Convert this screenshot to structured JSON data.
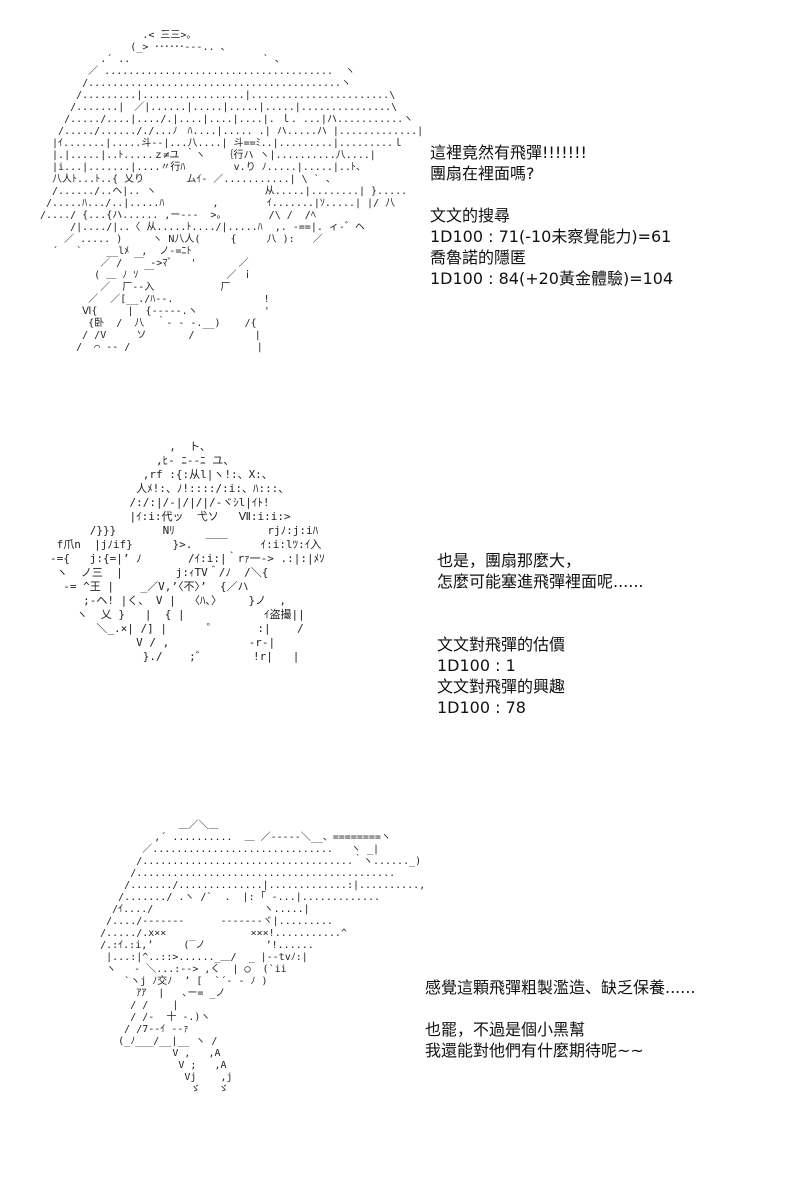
{
  "panels": [
    {
      "ascii_art": "                 .< ̄三三>。\n               (_> ･･････‐-‐.. 、\n          .´ ..                      ` 、\n        ／ ......................................  ヽ\n       /..........................................ヽ\n      /.........|.................|.......................\\\n     /.......|　／|......|.....|.....|.....|...............\\\n    /...../....|..../.|....|....|....|. ｌ. ...|ハ...........ヽ\n   /...../.....././...ﾉ　ﾊ....|..... .| ハ.....ハ |.............|\n  |ｲ.......|.....斗‐‐|...八....| 斗==ﾐ..|.........|.........ｌ\n  |.|.....|..ﾄ.....ｚ≠ユ ｀ヽ   ｛行ハ ヽ|..........八....|\n  |i...|.......|....〃行ﾊ        v.り ﾉ.....|.....|..ﾄ、\n  八人ﾄ...ﾄ..{ 乂り       ムｲ‐ ／...........| \\ ` 、\n  /....../..ヘ|.. ヽ                  从.....|........| }.....\n /.....ﾊ.../..|.....ﾊ        ,        ｲ.......|ｿ.....| |/ 八\n/..../ {...{ハ...... ,ー-‐‐  >。       /\\ /  /ﾍ\n     /|..../|..〈 从.....ﾄ..../|.....ﾊ  ,. ‐==|. ィ‐゛ヘ\n    ／ ..... )     ヽ N八人(     {     八 ):   ／\n  ´   `    __lﾒ  ,  ノ‐=ﾆﾄ\n          ／ /  ￣ ->ﾏﾞ   '       ／\n         ( ＿ ﾉ ｿ ￣            ／ ｉ\n          ／  厂‐‐入           厂\n        ／  ／[__./ﾊ‐‐.               !\n       Ⅵ{     |  {‐‐‐‐‐.ヽ           '\n        {卧  /  八  ｀‐ ‐ ‐.__)    /{\n       / /V     ソ       /          |\n      /  ⌒ -- /                     |",
      "lines": [
        "這裡竟然有飛彈!!!!!!!",
        "團扇在裡面嗎?",
        "",
        "文文的搜尋",
        "1D100 : 71(-10未察覺能力)=61",
        "喬魯諾的隱匿",
        "1D100 : 84(+20黃金體驗)=104"
      ]
    },
    {
      "ascii_art": "                  ,  ト、\n                ,ﾋ‐ ﾆ‐‐ﾆ ユ、\n              ,rf :{:从l|ヽ!:、X:、\n             人ﾒ!:、ﾉ!::::/:i:、ﾊ:::、\n            /:/:|/‐|/|/|/‐ヾｼl|ｲﾄ!\n            |ｲ:i:代ッ  弋ソ   Ⅶ:i:i:>\n      /}}}       Nﾘ              rjﾉ:j:iﾊ\n f爪n  |jﾉif}      }>.  ￣￣     ｲ:i:lﾂ:ｲ入\n-={   j:{=|’ ﾉ       /ｲ:i:|｀rｧ一‐> .:|:|ﾒｿ\n ヽ  ノ三  |        j:ｨTV＾/ﾉ  /＼{\n  ‐= ^王 |    _／V,’〈不〉’  {／ハ\n     ;-ヘ! |く、 V |  〈ﾊ､〉    }ノ  ,\n    ヽ  乂 }   |  { |            ｲ盗撮||\n       ＼_.×| /] |      ゜      :|    /\n             V / ,            ‐r‐|\n              }./    ;゛       !r|   |",
      "lines": [
        "也是，團扇那麼大，",
        "怎麼可能塞進飛彈裡面呢......",
        "",
        "",
        "文文對飛彈的估價",
        "1D100 : 1",
        "文文對飛彈的興趣",
        "1D100 : 78"
      ]
    },
    {
      "ascii_art": "                  ＿／＼＿\n              ,´ ..........  ＿ ／‐‐‐‐-＼__、========ヽ\n            ／..............................   ヽ _|\n           /...................................｀ヽ......_)\n          /...........................................\n         /......./..............|.............:|..........,\n        /......./ .ヽ /`  .  |: ｢ ‐...|.............\n       /ｲ..../      　   　      ヽ.....|\n      /..../‐‐‐‐‐‐‐      ‐‐‐‐‐‐‐ヾ|.........\n     /...../.x××              ×××!...........^\n     /.:ｲ.:i,’     (‾ノ          ’!......\n      |...:|^..::>......_＿/  _ |‐-tvﾉ:|\n      ヽ   ‐ ＼...:-‐> ,く  | ◯  (`ii\n         `ヽj ﾉ交ﾉ  ’ [  `´‐ ‐ ﾉ )\n           ｱｱ  |   ､ー= _ノ\n          / /    |\n          / /‐  十 ‐.)ヽ\n         / /7‐‐ｲ ‐‐ｧ\n        (_ﾉ___/__|__ ヽ /\n                 V ,   ,A\n                  V ;   ,A\n                   Vj    ,j\n                    ゞ   ゞ",
      "lines": [
        "感覺這顆飛彈粗製濫造、缺乏保養......",
        "",
        "也罷，不過是個小黑幫",
        "我還能對他們有什麼期待呢~~"
      ]
    }
  ]
}
